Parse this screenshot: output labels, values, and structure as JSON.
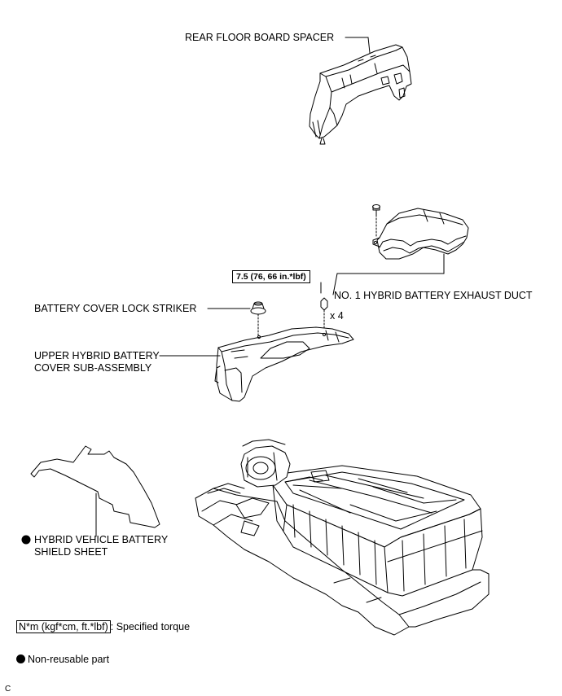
{
  "labels": {
    "rear_floor_board_spacer": "REAR FLOOR BOARD SPACER",
    "exhaust_duct": "NO. 1 HYBRID BATTERY EXHAUST DUCT",
    "torque_value": "7.5 (76, 66 in.*lbf)",
    "quantity": "x 4",
    "lock_striker": "BATTERY COVER LOCK STRIKER",
    "upper_cover_line1": "UPPER HYBRID BATTERY",
    "upper_cover_line2": "COVER SUB-ASSEMBLY",
    "shield_sheet_line1": "HYBRID VEHICLE BATTERY",
    "shield_sheet_line2": "SHIELD SHEET"
  },
  "legend": {
    "torque_units": "N*m (kgf*cm, ft.*lbf)",
    "torque_desc": ": Specified torque",
    "non_reusable": "Non-reusable part"
  },
  "corner_code": "C"
}
